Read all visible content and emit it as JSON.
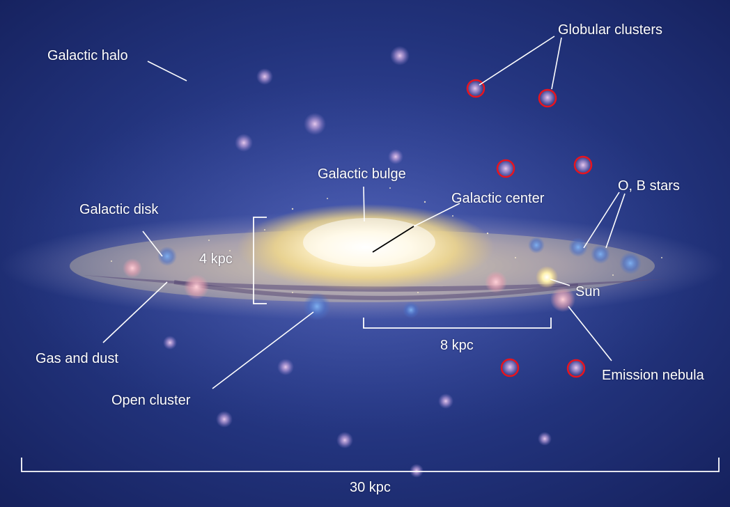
{
  "labels": {
    "galactic_halo": "Galactic halo",
    "globular_clusters": "Globular clusters",
    "galactic_bulge": "Galactic bulge",
    "galactic_center": "Galactic center",
    "ob_stars": "O, B stars",
    "galactic_disk": "Galactic disk",
    "disk_thickness": "4 kpc",
    "sun": "Sun",
    "gas_and_dust": "Gas and dust",
    "sun_distance": "8 kpc",
    "emission_nebula": "Emission nebula",
    "open_cluster": "Open cluster",
    "galaxy_diameter": "30 kpc"
  },
  "colors": {
    "background": "#1a2a6c",
    "halo": "#3a4fa0",
    "bulge_core": "#fff6dc",
    "bulge_glow": "#f2d98a",
    "disk": "#d8c49a",
    "dust_lane": "#5a4a7a",
    "nebula": "#e8a0b0",
    "highlight_circle": "#e8141e",
    "leader_line": "#ffffff",
    "center_line": "#000000"
  }
}
